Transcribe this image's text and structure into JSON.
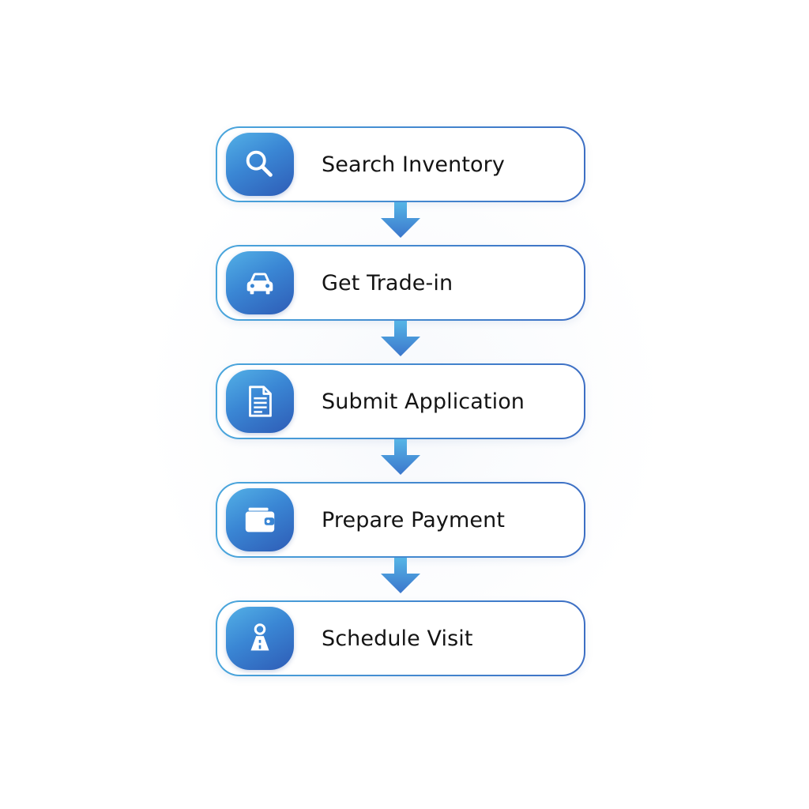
{
  "colors": {
    "border_start": "#4aa6dc",
    "border_end": "#3d6fc4",
    "icon_gradient_start": "#53b0e6",
    "icon_gradient_end": "#2e5cb6",
    "arrow_top": "#56b5e6",
    "arrow_bottom": "#3b76cc",
    "text": "#141414",
    "background": "#ffffff"
  },
  "steps": [
    {
      "label": "Search Inventory",
      "icon": "search-icon"
    },
    {
      "label": "Get Trade-in",
      "icon": "car-icon"
    },
    {
      "label": "Submit Application",
      "icon": "document-icon"
    },
    {
      "label": "Prepare Payment",
      "icon": "wallet-icon"
    },
    {
      "label": "Schedule Visit",
      "icon": "person-road-icon"
    }
  ],
  "connectors": [
    {
      "icon": "arrow-down-icon"
    },
    {
      "icon": "arrow-down-icon"
    },
    {
      "icon": "arrow-down-icon"
    },
    {
      "icon": "arrow-down-icon"
    }
  ]
}
